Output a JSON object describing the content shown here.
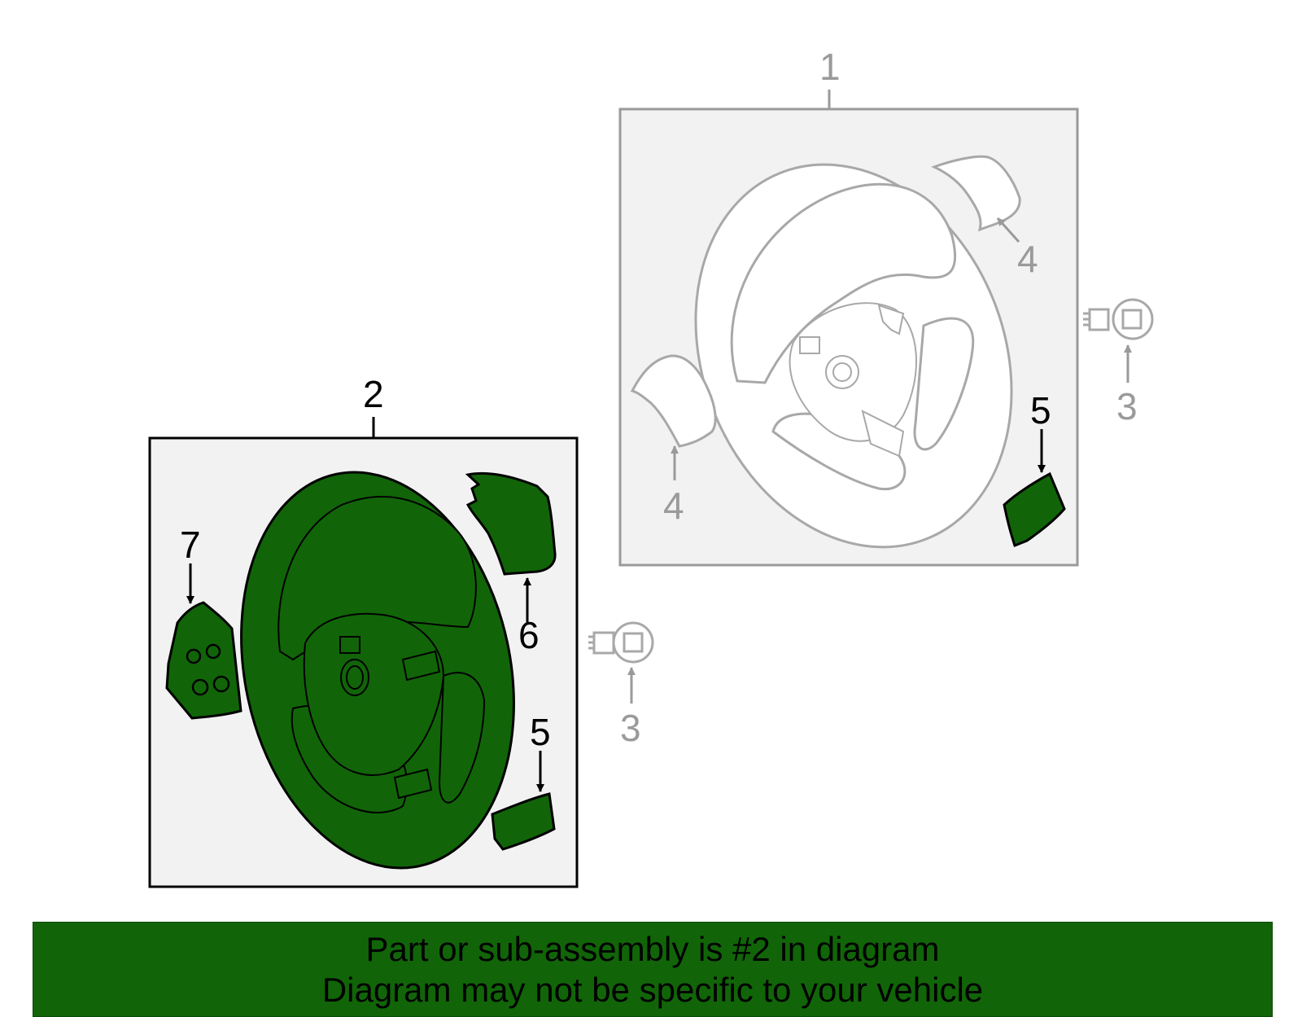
{
  "callouts": {
    "c1": "1",
    "c2": "2",
    "c3_right": "3",
    "c3_middle": "3",
    "c4_upper": "4",
    "c4_lower": "4",
    "c5_right": "5",
    "c5_left": "5",
    "c6": "6",
    "c7": "7"
  },
  "banner": {
    "line1": "Part or sub-assembly is #2 in diagram",
    "line2": "Diagram may not be specific to your vehicle"
  },
  "colors": {
    "highlight": "#116508",
    "banner_bg": "#116508",
    "panel_bg": "#f2f2f2",
    "ghost_line": "#9a9a9a",
    "ink": "#000000"
  }
}
